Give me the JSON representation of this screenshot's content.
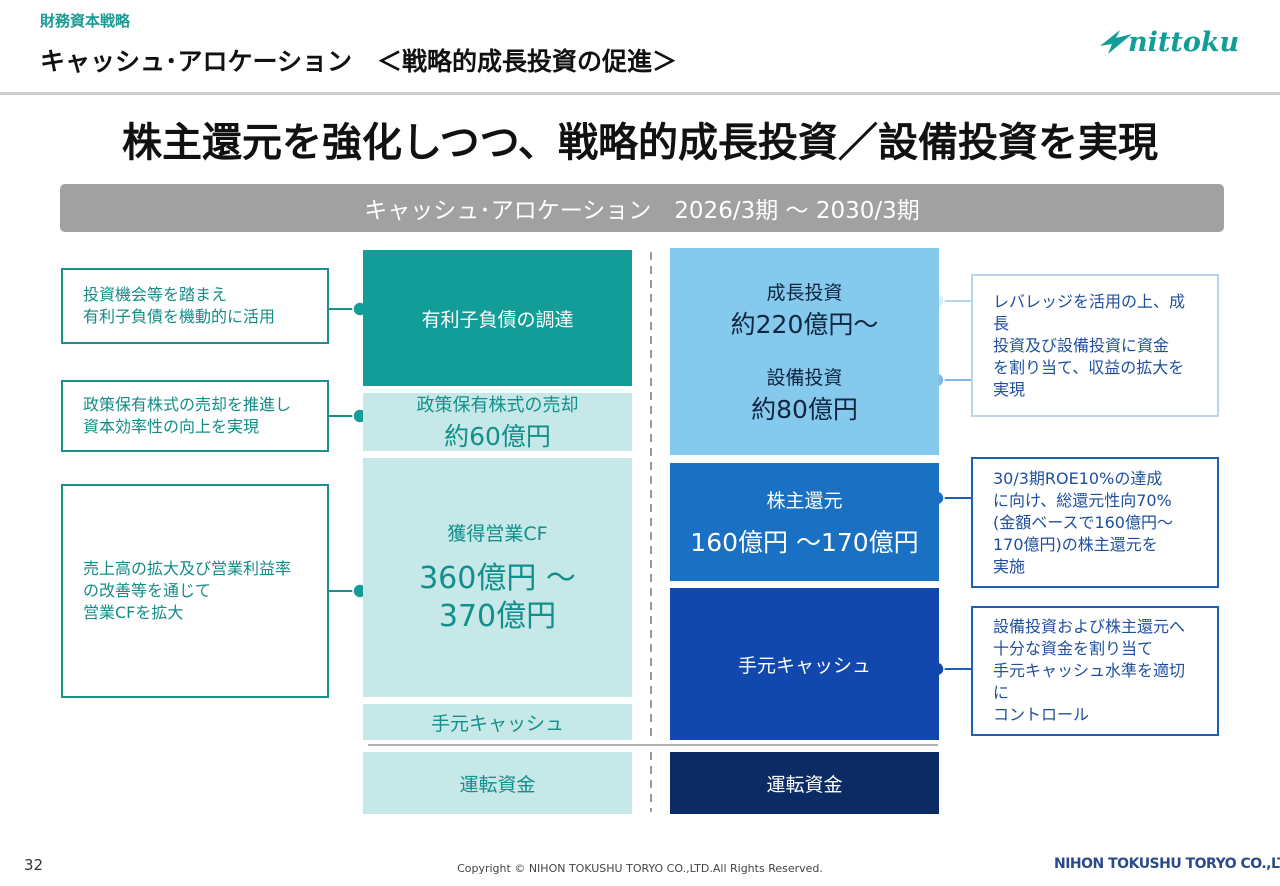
{
  "header": {
    "section": "財務資本戦略",
    "subtitle": "キャッシュ･アロケーション　＜戦略的成長投資の促進＞",
    "logo_text": "nittoku",
    "headline": "株主還元を強化しつつ、戦略的成長投資／設備投資を実現"
  },
  "bar_title": "キャッシュ･アロケーション　2026/3期 ～ 2030/3期",
  "left_notes": {
    "debt": [
      "投資機会等を踏まえ",
      "有利子負債を機動的に活用"
    ],
    "shares": [
      "政策保有株式の売却を推進し",
      "資本効率性の向上を実現"
    ],
    "cf": [
      "売上高の拡大及び営業利益率",
      "の改善等を通じて",
      "営業CFを拡大"
    ]
  },
  "sources": {
    "debt": "有利子負債の調達",
    "shares_label": "政策保有株式の売却",
    "shares_value": "約60億円",
    "cf_label": "獲得営業CF",
    "cf_value_1": "360億円 ～",
    "cf_value_2": "370億円",
    "cash": "手元キャッシュ",
    "working": "運転資金"
  },
  "uses": {
    "growth_label": "成長投資",
    "growth_value": "約220億円～",
    "capex_label": "設備投資",
    "capex_value": "約80億円",
    "return_label": "株主還元",
    "return_value": "160億円 ～170億円",
    "cash": "手元キャッシュ",
    "working": "運転資金"
  },
  "right_notes": {
    "leverage": [
      "レバレッジを活用の上、成長",
      "投資及び設備投資に資金",
      "を割り当て、収益の拡大を",
      "実現"
    ],
    "roe": [
      "30/3期ROE10%の達成",
      "に向け、総還元性向70%",
      "(金額ベースで160億円～",
      "170億円)の株主還元を",
      "実施"
    ],
    "cash": [
      "設備投資および株主還元へ",
      "十分な資金を割り当て",
      "手元キャッシュ水準を適切に",
      "コントロール"
    ]
  },
  "footer": {
    "page": "32",
    "copyright": "Copyright © NIHON TOKUSHU TORYO CO.,LTD.All Rights Reserved.",
    "company": "NIHON TOKUSHU TORYO CO.,LTD."
  },
  "colors": {
    "teal": "#139d98",
    "light_teal": "#c6e8e8",
    "sky": "#85c9ec",
    "blue": "#1a71c3",
    "dark_blue": "#1248ae",
    "navy": "#0c2a64"
  }
}
